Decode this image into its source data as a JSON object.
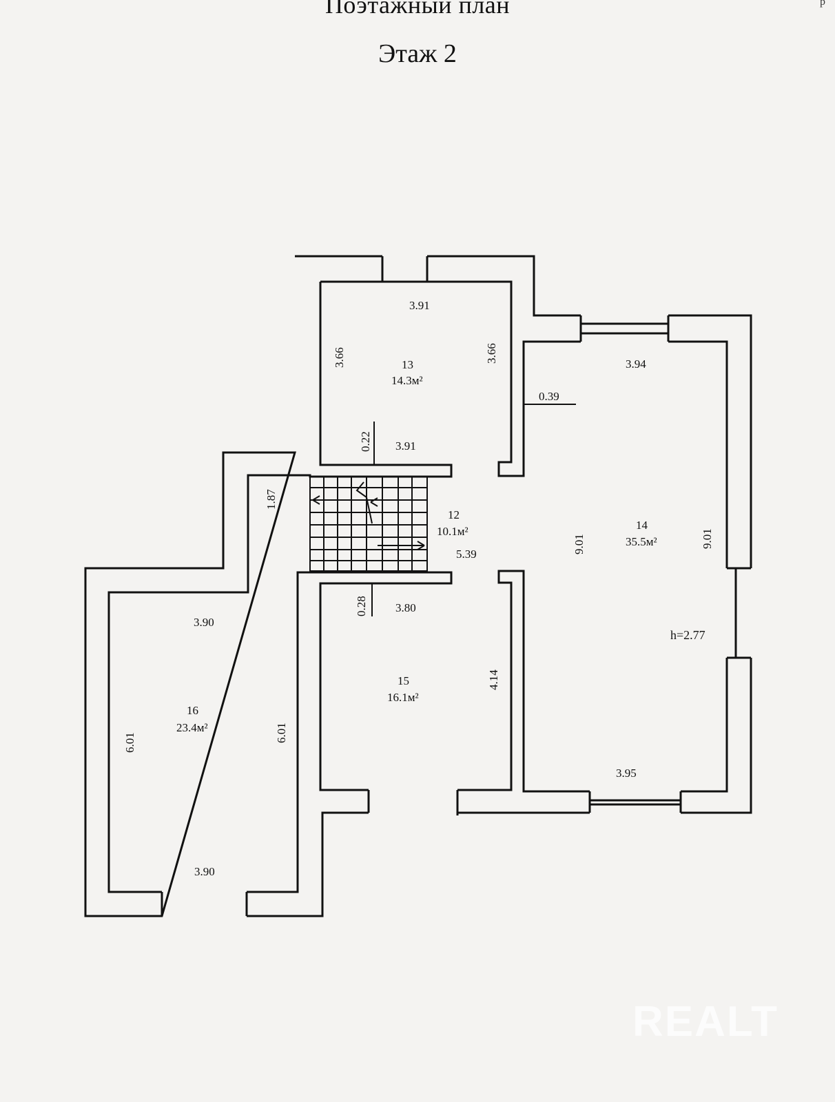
{
  "header": {
    "title": "Поэтажный план",
    "floor": "Этаж 2"
  },
  "rooms": [
    {
      "number": "13",
      "area": "14.3м²"
    },
    {
      "number": "12",
      "area": "10.1м²"
    },
    {
      "number": "14",
      "area": "35.5м²"
    },
    {
      "number": "15",
      "area": "16.1м²"
    },
    {
      "number": "16",
      "area": "23.4м²"
    }
  ],
  "dimensions": {
    "r13_top": "3.91",
    "r13_left": "3.66",
    "r13_right": "3.66",
    "r13_bottom": "3.91",
    "r13_wall": "0.22",
    "r14_top": "3.94",
    "r14_wall": "0.39",
    "r14_left": "9.01",
    "r14_right": "9.01",
    "r14_bottom": "3.95",
    "r14_height": "h=2.77",
    "r12_stair": "1.87",
    "r12_length": "5.39",
    "r15_wall": "0.28",
    "r15_top": "3.80",
    "r15_right": "4.14",
    "r16_top": "3.90",
    "r16_left": "6.01",
    "r16_right": "6.01",
    "r16_bottom": "3.90"
  },
  "watermark": "REALT",
  "corner_mark": "р"
}
